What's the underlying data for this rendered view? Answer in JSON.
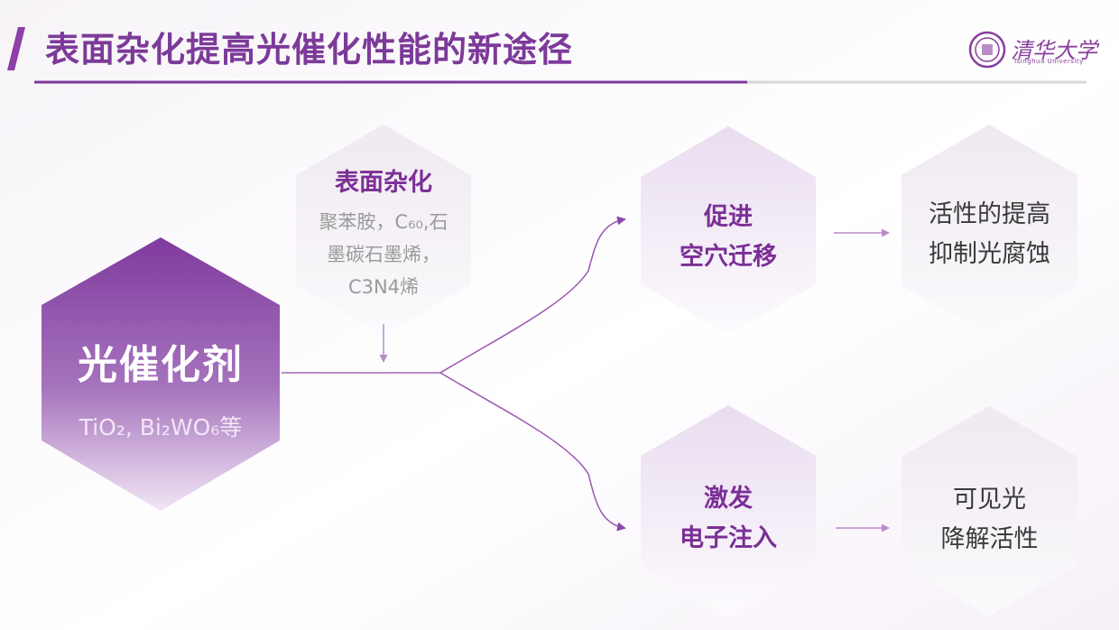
{
  "header": {
    "title": "表面杂化提高光催化性能的新途径",
    "logo_cn": "清华大学",
    "logo_en": "Tsinghua University"
  },
  "catalyst": {
    "title": "光催化剂",
    "subtitle": "TiO₂, Bi₂WO₆等"
  },
  "hybrid": {
    "title": "表面杂化",
    "lines": [
      "聚苯胺，C₆₀,石",
      "墨碳石墨烯，",
      "C3N4烯"
    ]
  },
  "hole": {
    "lines": [
      "促进",
      "空穴迁移"
    ]
  },
  "hole_result": {
    "lines": [
      "活性的提高",
      "抑制光腐蚀"
    ]
  },
  "electron": {
    "lines": [
      "激发",
      "电子注入"
    ]
  },
  "electron_result": {
    "lines": [
      "可见光",
      "降解活性"
    ]
  },
  "colors": {
    "accent": "#7c3a99",
    "hex_dark": "#8a47a6",
    "arrow": "#9b56b3"
  }
}
